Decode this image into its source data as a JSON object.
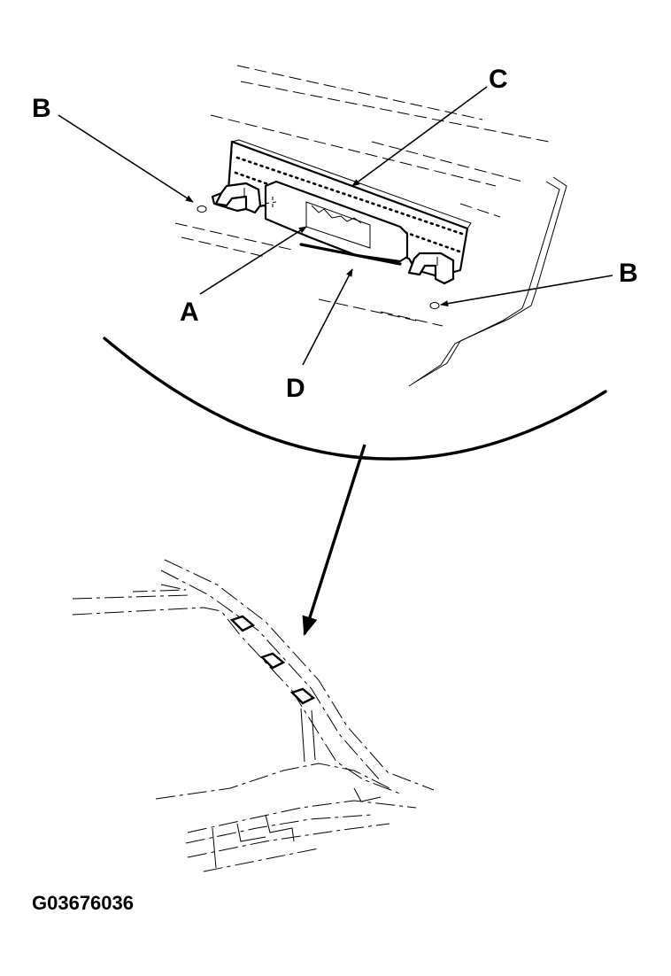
{
  "callouts": {
    "a": "A",
    "b_left": "B",
    "b_right": "B",
    "c": "C",
    "d": "D"
  },
  "reference_code": "G03676036"
}
